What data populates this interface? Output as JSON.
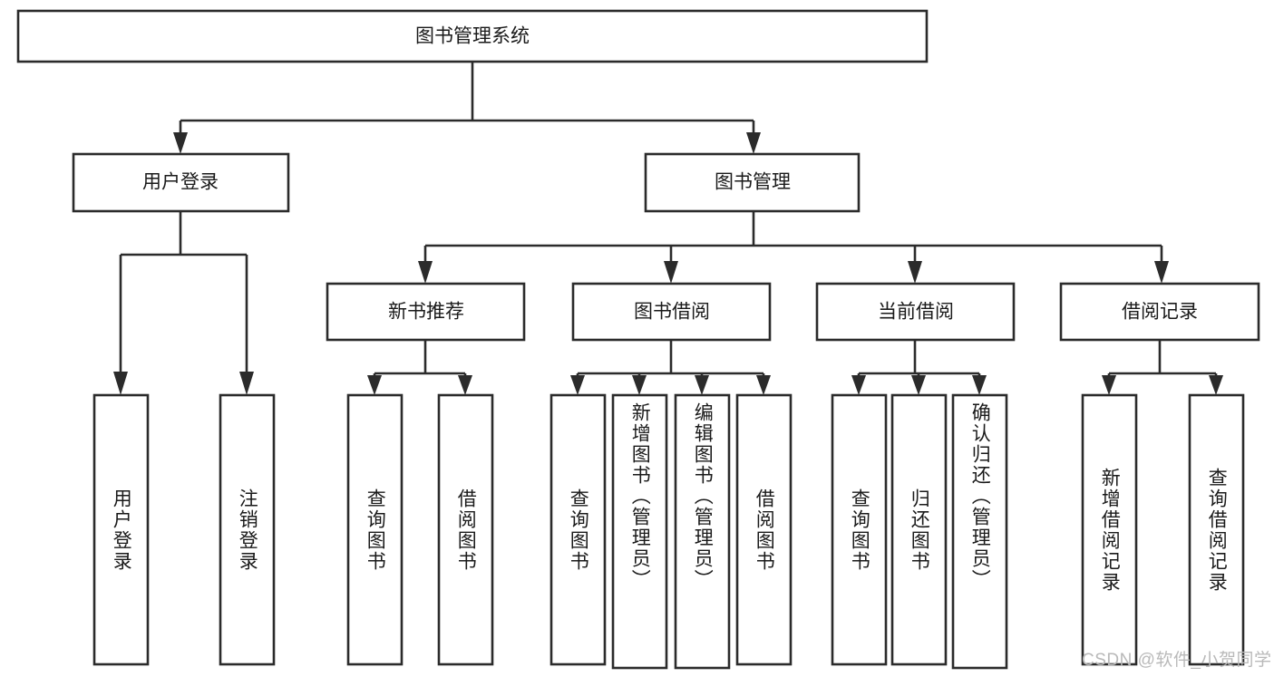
{
  "diagram": {
    "type": "tree-hierarchy",
    "title": "图书管理系统",
    "root": {
      "label": "图书管理系统",
      "children": [
        {
          "label": "用户登录",
          "children": [
            {
              "label": "用户登录"
            },
            {
              "label": "注销登录"
            }
          ]
        },
        {
          "label": "图书管理",
          "children": [
            {
              "label": "新书推荐",
              "children": [
                {
                  "label": "查询图书"
                },
                {
                  "label": "借阅图书"
                }
              ]
            },
            {
              "label": "图书借阅",
              "children": [
                {
                  "label": "查询图书"
                },
                {
                  "label": "新增图书（管理员）"
                },
                {
                  "label": "编辑图书（管理员）"
                },
                {
                  "label": "借阅图书"
                }
              ]
            },
            {
              "label": "当前借阅",
              "children": [
                {
                  "label": "查询图书"
                },
                {
                  "label": "归还图书"
                },
                {
                  "label": "确认归还（管理员）"
                }
              ]
            },
            {
              "label": "借阅记录",
              "children": [
                {
                  "label": "新增借阅记录"
                },
                {
                  "label": "查询借阅记录"
                }
              ]
            }
          ]
        }
      ]
    }
  },
  "nodes": {
    "root": "图书管理系统",
    "user_login": "用户登录",
    "book_manage": "图书管理",
    "new_book_rec": "新书推荐",
    "book_borrow": "图书借阅",
    "current_borrow": "当前借阅",
    "borrow_record": "借阅记录",
    "leaf_user_login": "用户登录",
    "leaf_logout": "注销登录",
    "leaf_query_book_1": "查询图书",
    "leaf_borrow_book_1": "借阅图书",
    "leaf_query_book_2": "查询图书",
    "leaf_add_book_admin": "新增图书（管理员）",
    "leaf_edit_book_admin": "编辑图书（管理员）",
    "leaf_borrow_book_2": "借阅图书",
    "leaf_query_book_3": "查询图书",
    "leaf_return_book": "归还图书",
    "leaf_confirm_return_admin": "确认归还（管理员）",
    "leaf_add_record": "新增借阅记录",
    "leaf_query_record": "查询借阅记录"
  },
  "watermark": {
    "text": "CSDN @软件_小贺同学"
  },
  "colors": {
    "stroke": "#2b2b2b",
    "fill": "#ffffff",
    "text": "#1a1a1a",
    "watermark": "#b9b9b9"
  }
}
